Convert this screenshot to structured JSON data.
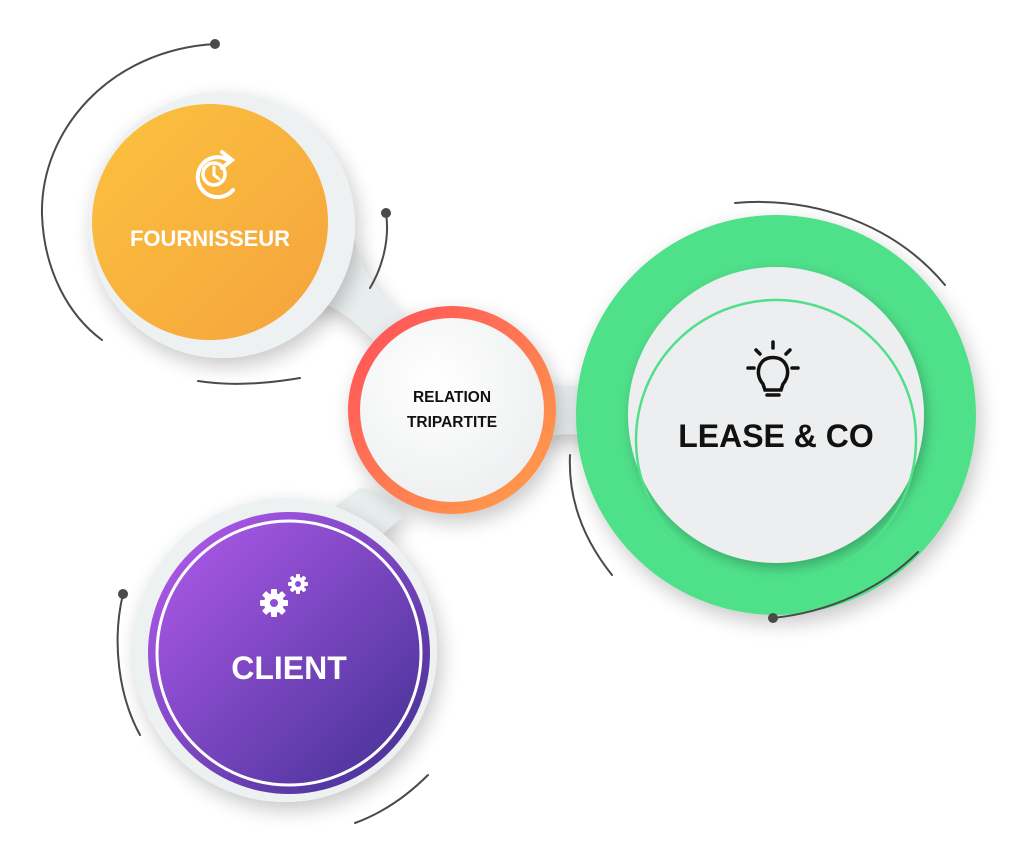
{
  "diagram": {
    "title": "",
    "center": {
      "line1": "RELATION",
      "line2": "TRIPARTITE"
    },
    "nodes": {
      "fournisseur": {
        "label": "FOURNISSEUR",
        "icon": "clock-refresh-icon",
        "color_start": "#FCC23E",
        "color_end": "#F5A33D"
      },
      "lease": {
        "label": "LEASE & CO",
        "icon": "lightbulb-icon",
        "ring_color": "#4FE08A"
      },
      "client": {
        "label": "CLIENT",
        "icon": "gears-icon",
        "color_start": "#B65CF0",
        "color_end": "#3E2F8F"
      }
    },
    "center_ring": {
      "color_start": "#FF4E5B",
      "color_end": "#FFA24A"
    },
    "connector_color": "#E8EDEE",
    "orbit_color": "#4A4A4A"
  }
}
